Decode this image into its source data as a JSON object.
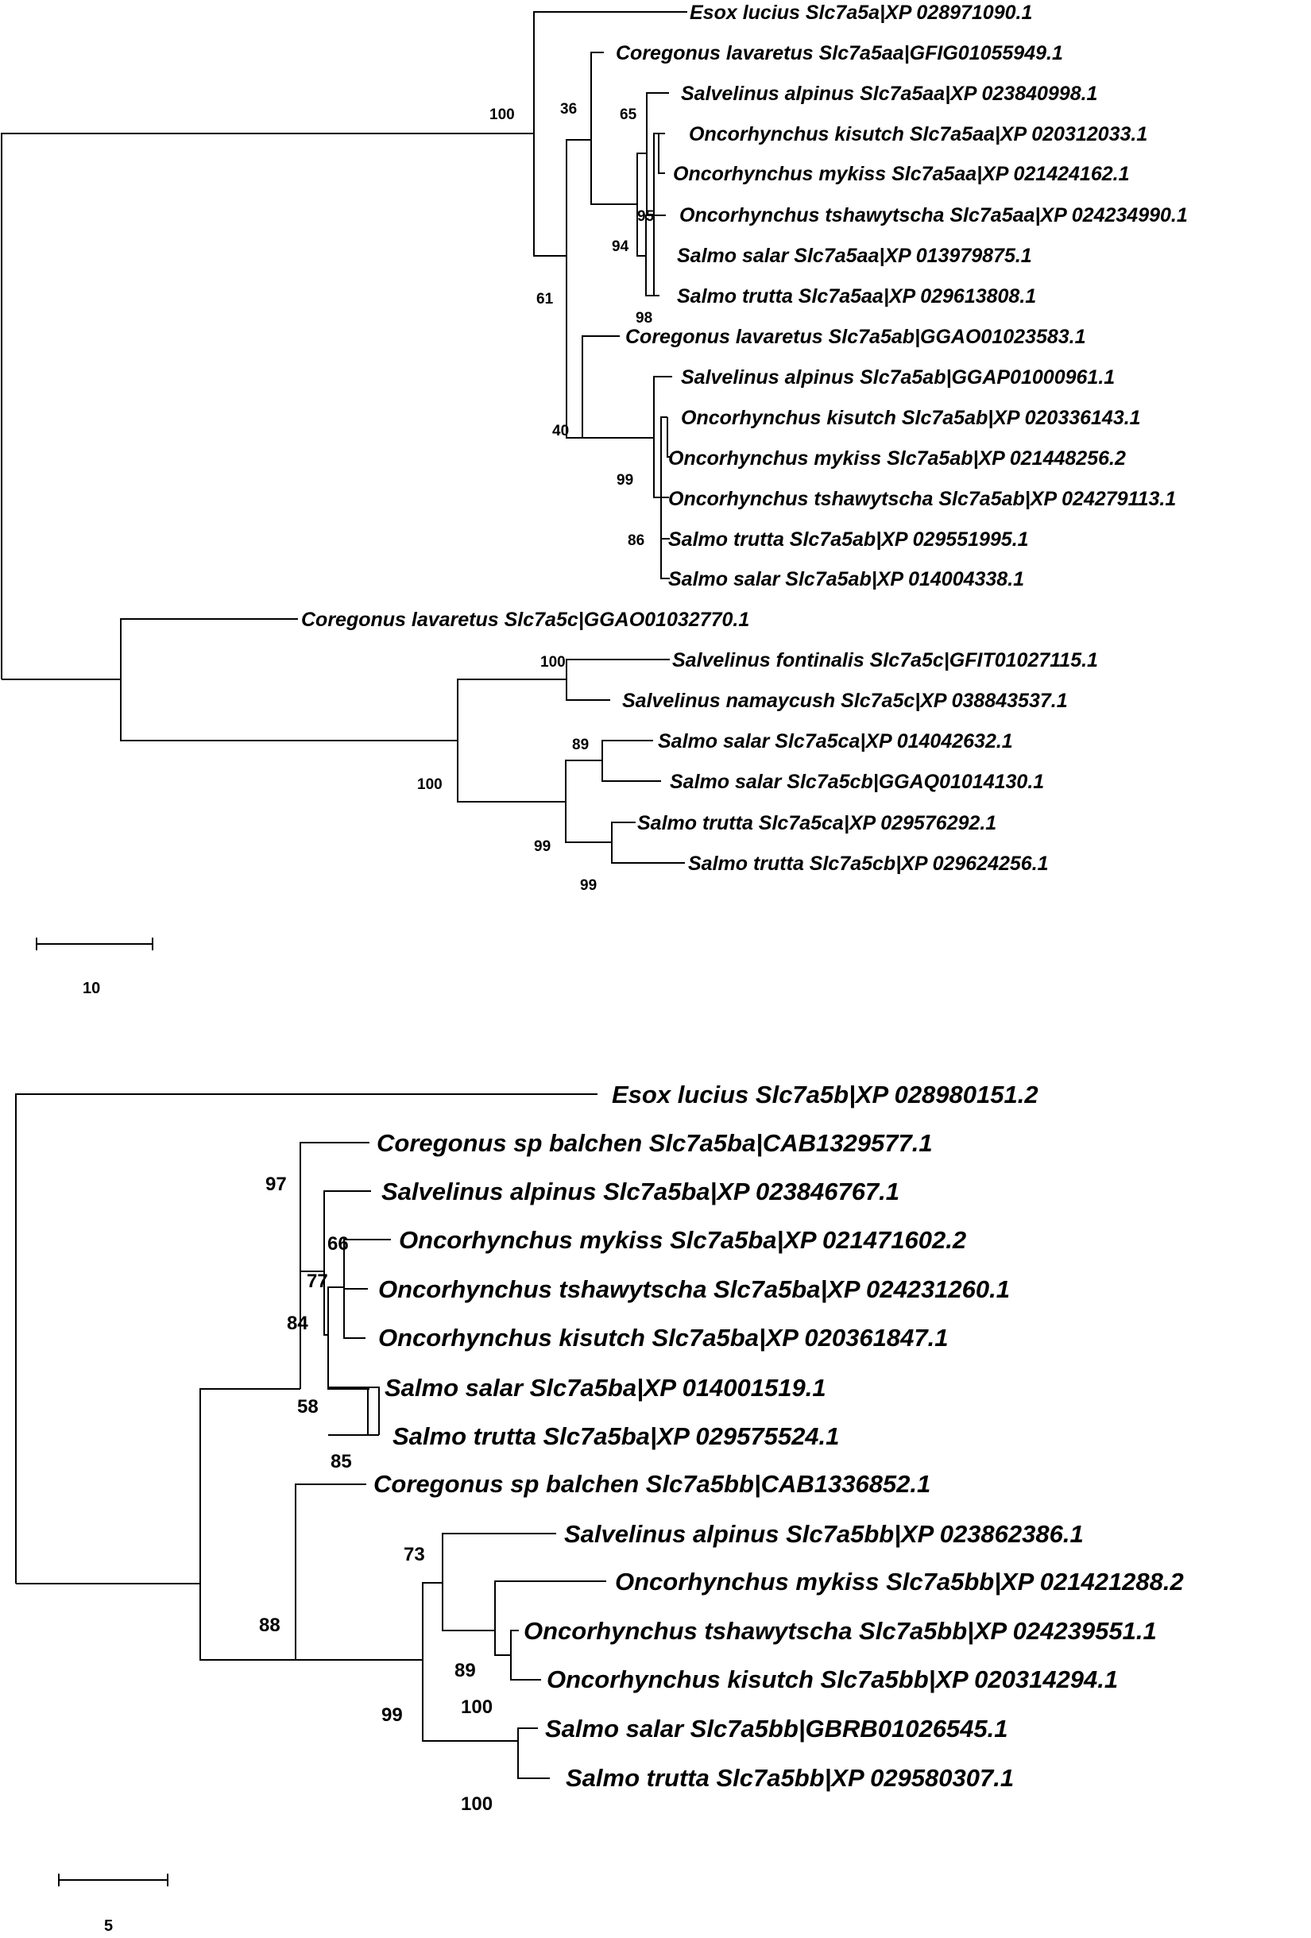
{
  "tree1": {
    "taxa": [
      "Esox lucius Slc7a5a|XP 028971090.1",
      "Coregonus lavaretus Slc7a5aa|GFIG01055949.1",
      "Salvelinus alpinus Slc7a5aa|XP 023840998.1",
      "Oncorhynchus kisutch Slc7a5aa|XP 020312033.1",
      "Oncorhynchus mykiss Slc7a5aa|XP 021424162.1",
      "Oncorhynchus tshawytscha Slc7a5aa|XP 024234990.1",
      "Salmo salar Slc7a5aa|XP 013979875.1",
      "Salmo trutta Slc7a5aa|XP 029613808.1",
      "Coregonus lavaretus Slc7a5ab|GGAO01023583.1",
      "Salvelinus alpinus Slc7a5ab|GGAP01000961.1",
      "Oncorhynchus kisutch Slc7a5ab|XP 020336143.1",
      "Oncorhynchus mykiss Slc7a5ab|XP 021448256.2",
      "Oncorhynchus tshawytscha Slc7a5ab|XP 024279113.1",
      "Salmo trutta Slc7a5ab|XP 029551995.1",
      "Salmo salar Slc7a5ab|XP 014004338.1",
      "Coregonus lavaretus Slc7a5c|GGAO01032770.1",
      "Salvelinus fontinalis Slc7a5c|GFIT01027115.1",
      "Salvelinus namaycush Slc7a5c|XP 038843537.1",
      "Salmo salar Slc7a5ca|XP 014042632.1",
      "Salmo salar Slc7a5cb|GGAQ01014130.1",
      "Salmo trutta Slc7a5ca|XP 029576292.1",
      "Salmo trutta Slc7a5cb|XP 029624256.1"
    ],
    "bootstraps": [
      "100",
      "36",
      "65",
      "95",
      "94",
      "98",
      "61",
      "40",
      "99",
      "86",
      "100",
      "89",
      "100",
      "99",
      "99"
    ],
    "scale": "10"
  },
  "tree2": {
    "taxa": [
      "Esox lucius Slc7a5b|XP 028980151.2",
      "Coregonus sp balchen Slc7a5ba|CAB1329577.1",
      "Salvelinus alpinus Slc7a5ba|XP 023846767.1",
      "Oncorhynchus mykiss Slc7a5ba|XP 021471602.2",
      "Oncorhynchus tshawytscha Slc7a5ba|XP 024231260.1",
      "Oncorhynchus kisutch Slc7a5ba|XP 020361847.1",
      "Salmo salar Slc7a5ba|XP 014001519.1",
      "Salmo trutta Slc7a5ba|XP 029575524.1",
      "Coregonus sp balchen Slc7a5bb|CAB1336852.1",
      "Salvelinus alpinus Slc7a5bb|XP 023862386.1",
      "Oncorhynchus mykiss Slc7a5bb|XP 021421288.2",
      "Oncorhynchus tshawytscha Slc7a5bb|XP 024239551.1",
      "Oncorhynchus kisutch Slc7a5bb|XP 020314294.1",
      "Salmo salar Slc7a5bb|GBRB01026545.1",
      "Salmo trutta Slc7a5bb|XP 029580307.1"
    ],
    "bootstraps": [
      "97",
      "66",
      "77",
      "84",
      "58",
      "85",
      "73",
      "88",
      "89",
      "100",
      "99",
      "100"
    ],
    "scale": "5"
  }
}
